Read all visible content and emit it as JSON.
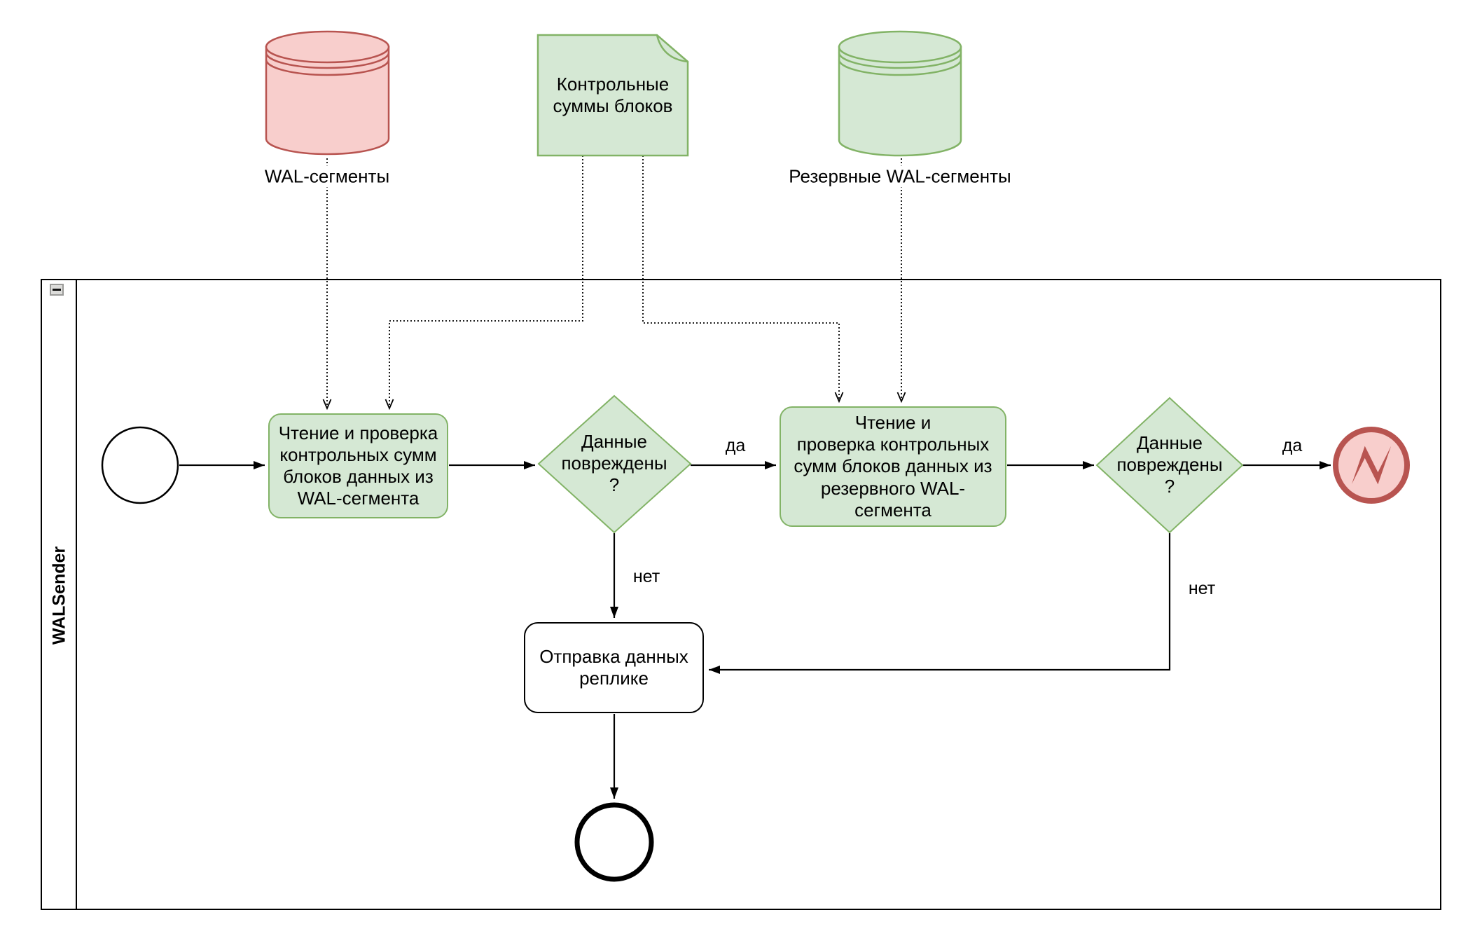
{
  "artifacts": {
    "wal_segments_label": "WAL-сегменты",
    "checksums_label": "Контрольные\nсуммы блоков",
    "backup_wal_label": "Резервные WAL-сегменты"
  },
  "pool": {
    "name": "WALSender"
  },
  "tasks": {
    "read_wal": "Чтение и проверка\nконтрольных сумм\nблоков данных из\nWAL-сегмента",
    "read_backup": "Чтение и\nпроверка контрольных\nсумм блоков данных из\nрезервного WAL-\nсегмента",
    "send_replica": "Отправка данных\nреплике"
  },
  "gateways": {
    "corrupted_1": "Данные\nповреждены\n?",
    "corrupted_2": "Данные\nповреждены\n?"
  },
  "edge_labels": {
    "yes_1": "да",
    "no_1": "нет",
    "yes_2": "да",
    "no_2": "нет"
  },
  "colors": {
    "green_fill": "#d5e8d4",
    "green_stroke": "#82b366",
    "red_fill": "#f8cecc",
    "red_stroke": "#b85450",
    "line": "#000000"
  }
}
